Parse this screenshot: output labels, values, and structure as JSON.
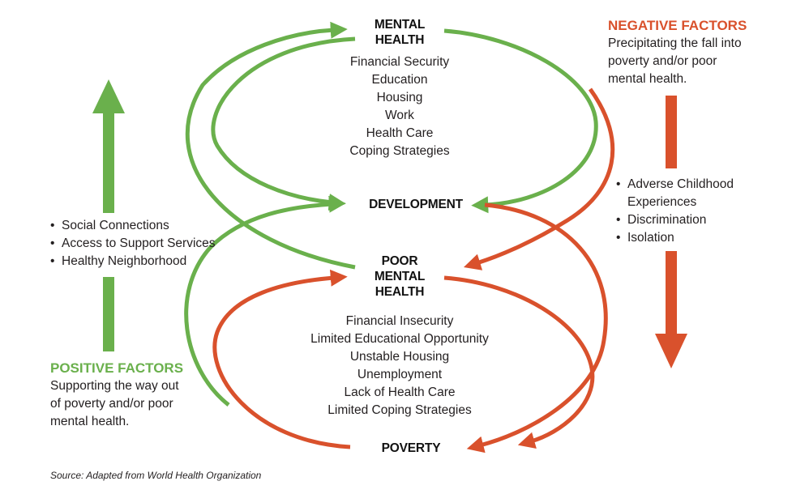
{
  "colors": {
    "positive": "#6ab04c",
    "negative": "#d9512c",
    "text": "#231f20"
  },
  "nodes": {
    "mental_health": [
      "MENTAL",
      "HEALTH"
    ],
    "development": "DEVELOPMENT",
    "poor_mental_health": [
      "POOR",
      "MENTAL",
      "HEALTH"
    ],
    "poverty": "POVERTY"
  },
  "mental_health_factors": [
    "Financial Security",
    "Education",
    "Housing",
    "Work",
    "Health Care",
    "Coping Strategies"
  ],
  "poverty_factors": [
    "Financial Insecurity",
    "Limited Educational Opportunity",
    "Unstable Housing",
    "Unemployment",
    "Lack of Health Care",
    "Limited Coping Strategies"
  ],
  "negative": {
    "title": "NEGATIVE FACTORS",
    "desc": [
      "Precipitating the fall into",
      "poverty and/or poor",
      "mental health."
    ],
    "items": [
      [
        "Adverse Childhood",
        "Experiences"
      ],
      [
        "Discrimination"
      ],
      [
        "Isolation"
      ]
    ]
  },
  "positive": {
    "title": "POSITIVE FACTORS",
    "desc": [
      "Supporting the way out",
      "of poverty and/or poor",
      "mental health."
    ],
    "items": [
      "Social Connections",
      "Access to Support Services",
      "Healthy Neighborhood"
    ]
  },
  "source": "Source: Adapted from World Health Organization"
}
